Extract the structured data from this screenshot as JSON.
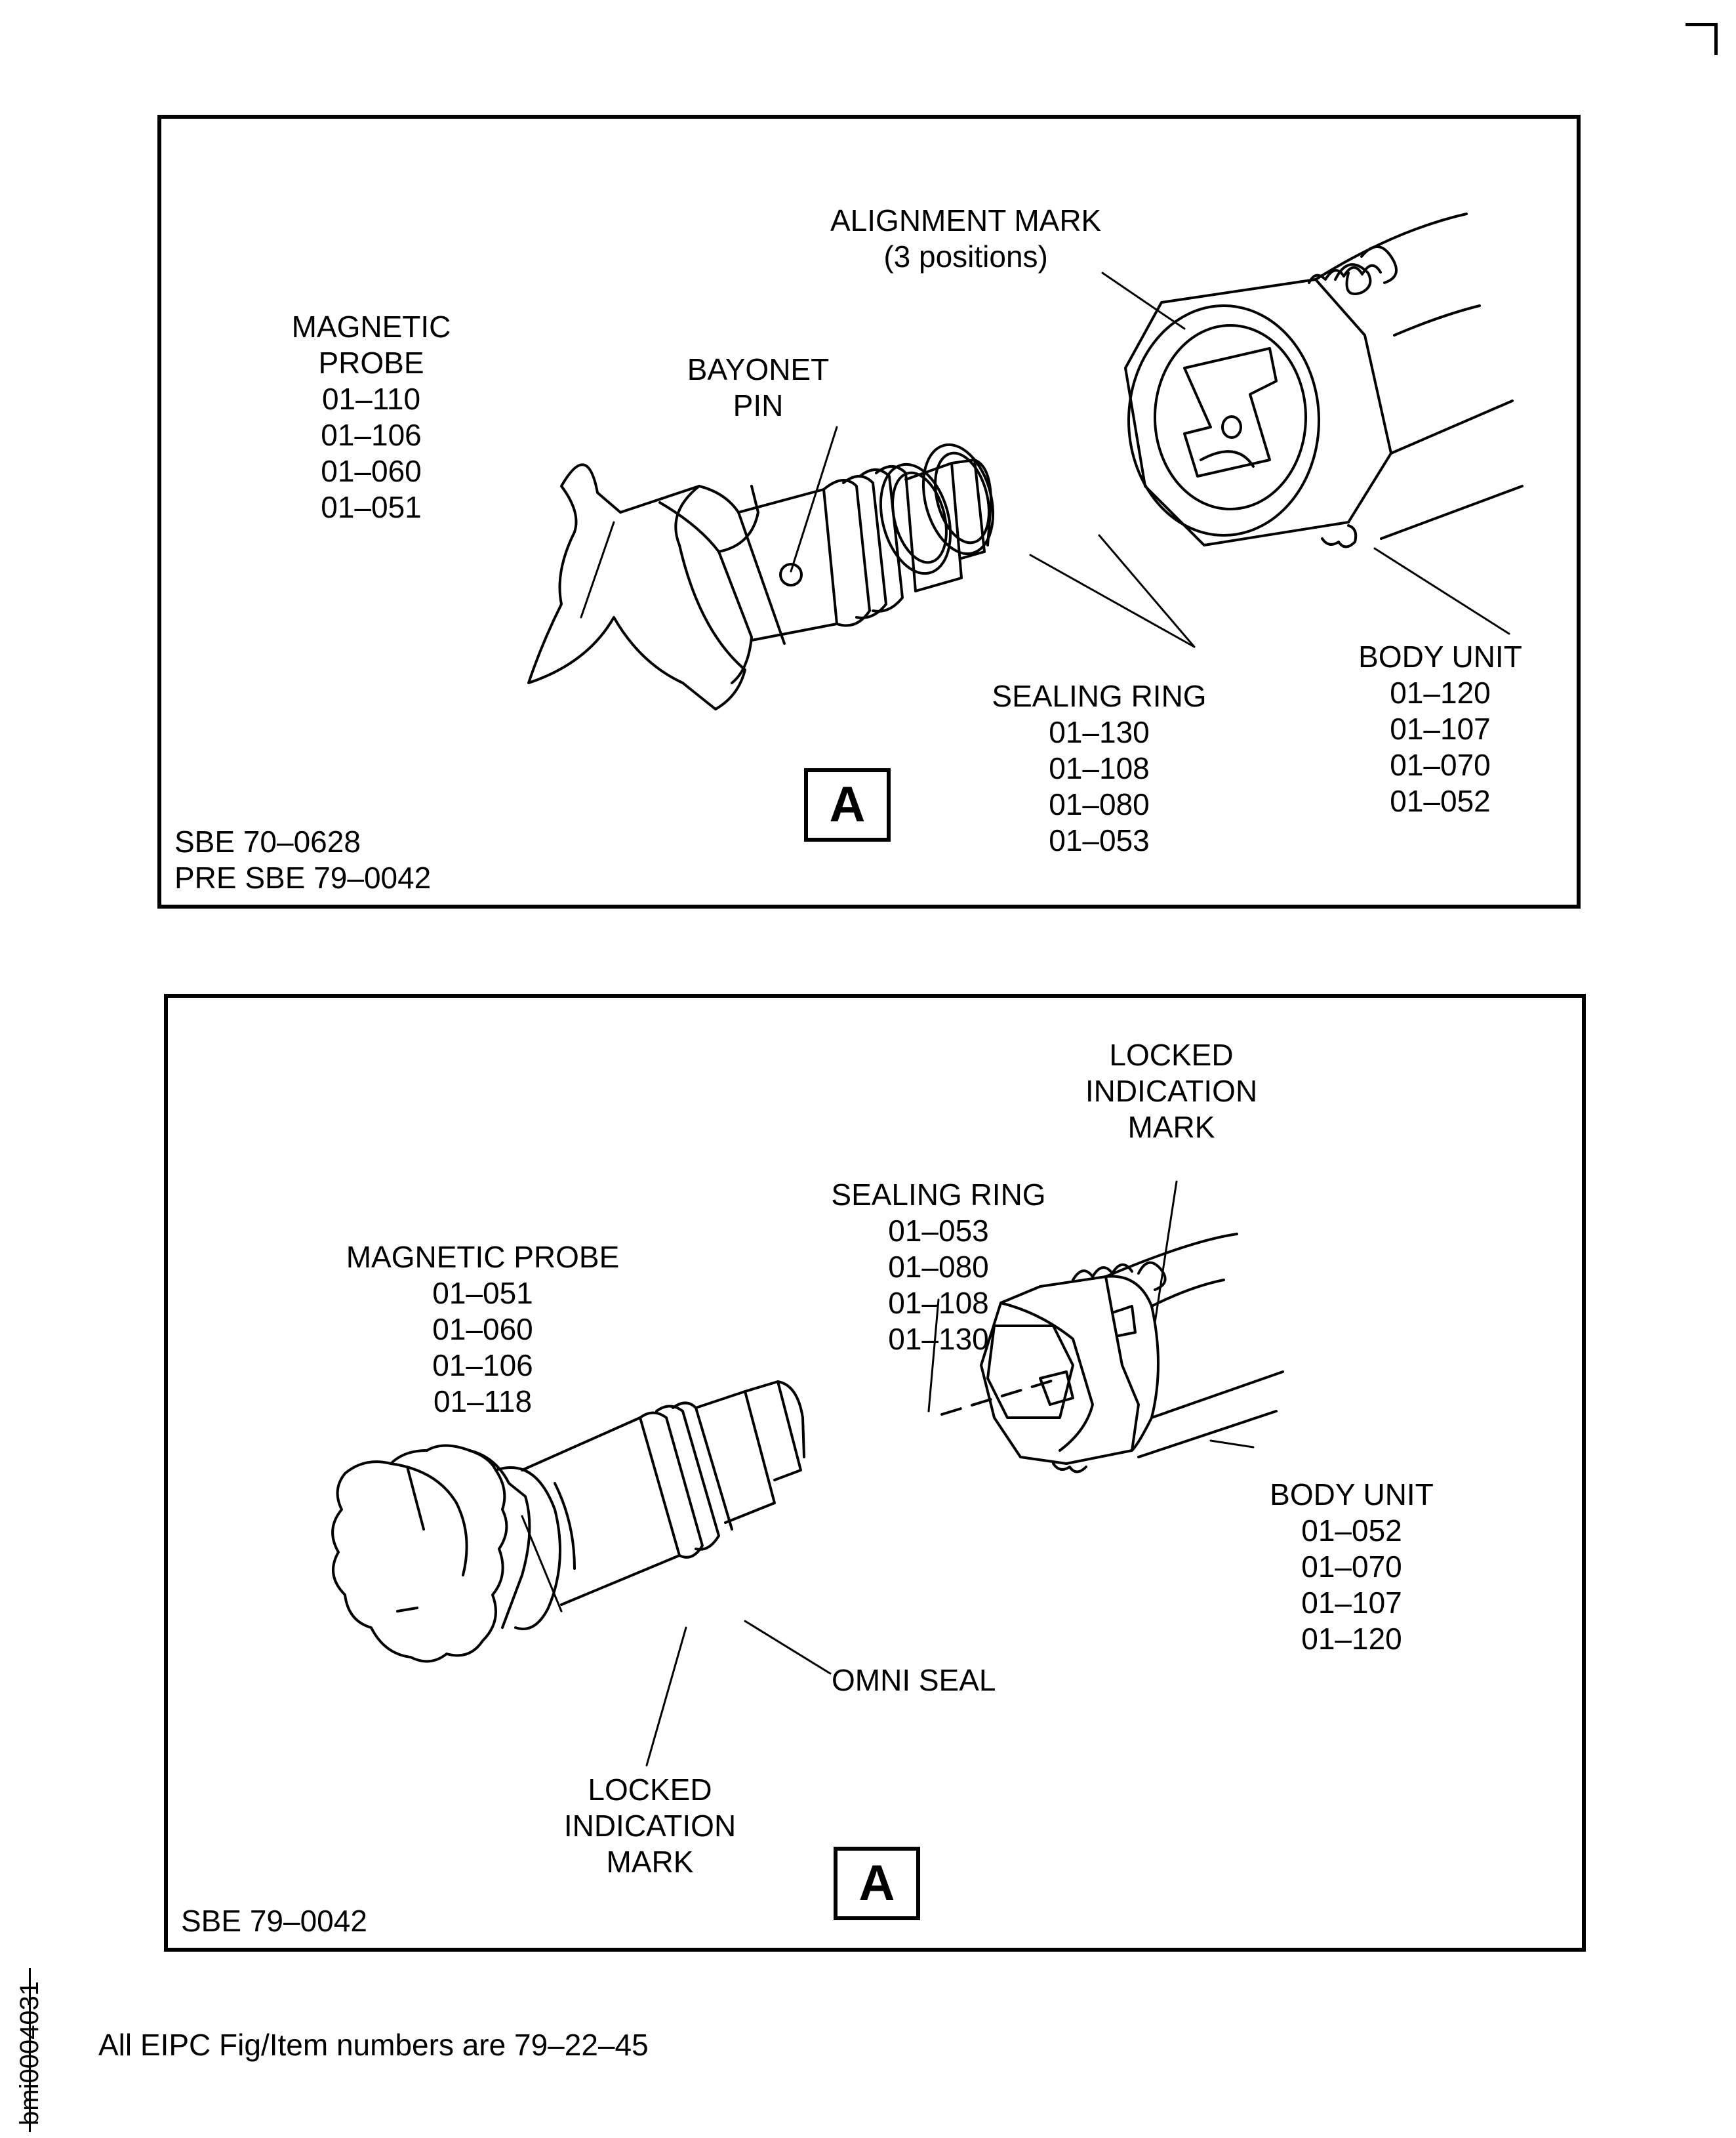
{
  "panel_a": {
    "alignment_mark": [
      "ALIGNMENT MARK",
      "(3 positions)"
    ],
    "magnetic_probe": [
      "MAGNETIC",
      "PROBE",
      "01–110",
      "01–106",
      "01–060",
      "01–051"
    ],
    "bayonet_pin": [
      "BAYONET",
      "PIN"
    ],
    "sealing_ring": [
      "SEALING RING",
      "01–130",
      "01–108",
      "01–080",
      "01–053"
    ],
    "body_unit": [
      "BODY UNIT",
      "01–120",
      "01–107",
      "01–070",
      "01–052"
    ],
    "view_letter": "A",
    "applicability": [
      "SBE 70–0628",
      "PRE SBE 79–0042"
    ]
  },
  "panel_b": {
    "locked_indication_mark_top": [
      "LOCKED",
      "INDICATION",
      "MARK"
    ],
    "sealing_ring": [
      "SEALING RING",
      "01–053",
      "01–080",
      "01–108",
      "01–130"
    ],
    "magnetic_probe": [
      "MAGNETIC PROBE",
      "01–051",
      "01–060",
      "01–106",
      "01–118"
    ],
    "body_unit": [
      "BODY UNIT",
      "01–052",
      "01–070",
      "01–107",
      "01–120"
    ],
    "omni_seal": "OMNI SEAL",
    "locked_indication_mark_bottom": [
      "LOCKED",
      "INDICATION",
      "MARK"
    ],
    "view_letter": "A",
    "applicability": "SBE 79–0042"
  },
  "side_id": "bmi0004031",
  "footer_note": "All EIPC Fig/Item numbers are 79–22–45"
}
